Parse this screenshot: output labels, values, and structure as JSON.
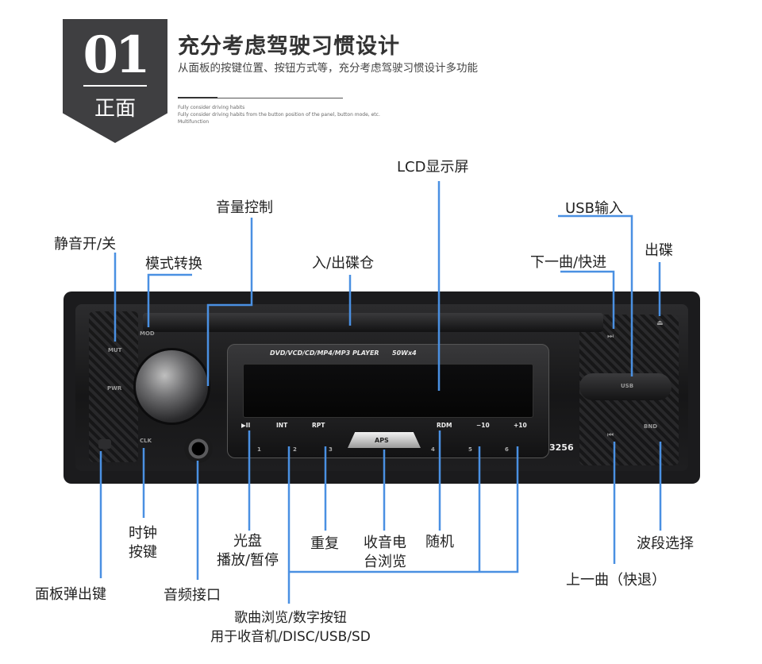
{
  "header": {
    "badge_number": "01",
    "badge_label": "正面",
    "title": "充分考虑驾驶习惯设计",
    "subtitle": "从面板的按键位置、按钮方式等，充分考虑驾驶习惯设计多功能",
    "english_lines": [
      "Fully consider driving habits",
      "Fully consider driving habits from the button position of the panel, button mode, etc.",
      "Multifunction"
    ]
  },
  "device": {
    "strip_text": "DVD/VCD/CD/MP4/MP3 PLAYER",
    "power_text": "50Wx4",
    "function_keys": [
      "▶II",
      "INT",
      "RPT",
      "RDM",
      "−10",
      "+10"
    ],
    "number_keys": [
      "1",
      "2",
      "3",
      "4",
      "5",
      "6"
    ],
    "aps_label": "APS",
    "model": "3256",
    "left_keys": [
      "MUT",
      "PWR",
      "CLK"
    ],
    "mod_label": "MOD",
    "right_keys": [
      "USB",
      "BND"
    ],
    "icons": {
      "next": "⏭",
      "prev": "⏮",
      "eject": "⏏"
    }
  },
  "callouts": {
    "lcd": "LCD显示屏",
    "volume": "音量控制",
    "usb_in": "USB输入",
    "mute": "静音开/关",
    "mode": "模式转换",
    "disc_slot": "入/出碟仓",
    "next_track": "下一曲/快进",
    "eject": "出碟",
    "clock": [
      "时钟",
      "按键"
    ],
    "play_pause": [
      "光盘",
      "播放/暂停"
    ],
    "repeat": "重复",
    "radio_browse": [
      "收音电",
      "台浏览"
    ],
    "random": "随机",
    "band": "波段选择",
    "prev_track": "上一曲（快退）",
    "panel_release": "面板弹出键",
    "aux": "音频接口",
    "number_keys": [
      "歌曲浏览/数字按钮",
      "用于收音机/DISC/USB/SD"
    ]
  },
  "colors": {
    "accent_line": "#4a90e2",
    "badge_bg": "#3f3f41"
  }
}
